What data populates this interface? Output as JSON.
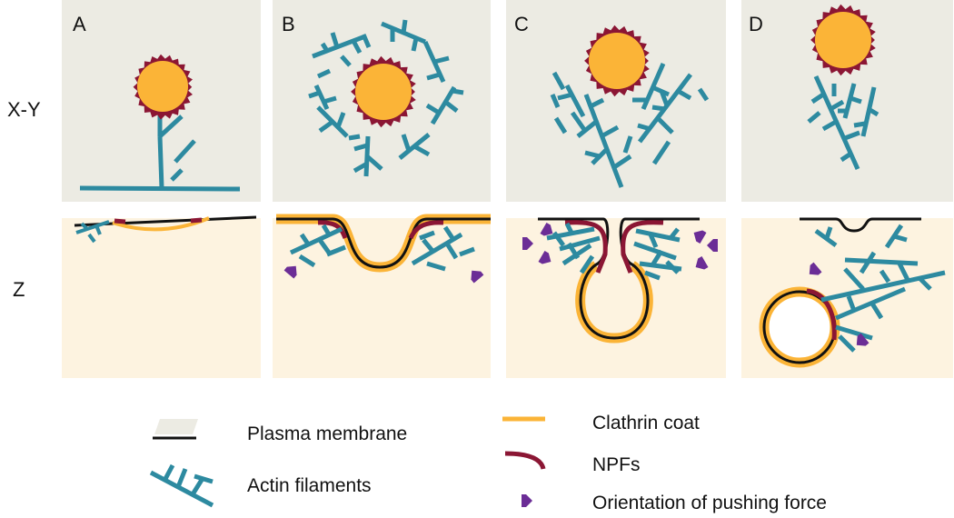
{
  "colors": {
    "xy_panel": "#ecebe3",
    "z_panel": "#fdf3e0",
    "actin": "#2d8aa0",
    "clathrin": "#fbb437",
    "npf": "#8b1634",
    "membrane": "#111111",
    "force": "#6b2d96"
  },
  "row_labels": {
    "xy": "X-Y",
    "z": "Z"
  },
  "panels": [
    {
      "letter": "A"
    },
    {
      "letter": "B"
    },
    {
      "letter": "C"
    },
    {
      "letter": "D"
    }
  ],
  "legend": {
    "plasma_membrane": "Plasma membrane",
    "actin_filaments": "Actin filaments",
    "clathrin_coat": "Clathrin coat",
    "npfs": "NPFs",
    "pushing_force": "Orientation of pushing force"
  },
  "icons": [
    "membrane-swatch-icon",
    "actin-swatch-icon",
    "clathrin-swatch-icon",
    "npf-swatch-icon",
    "force-arrow-icon"
  ]
}
